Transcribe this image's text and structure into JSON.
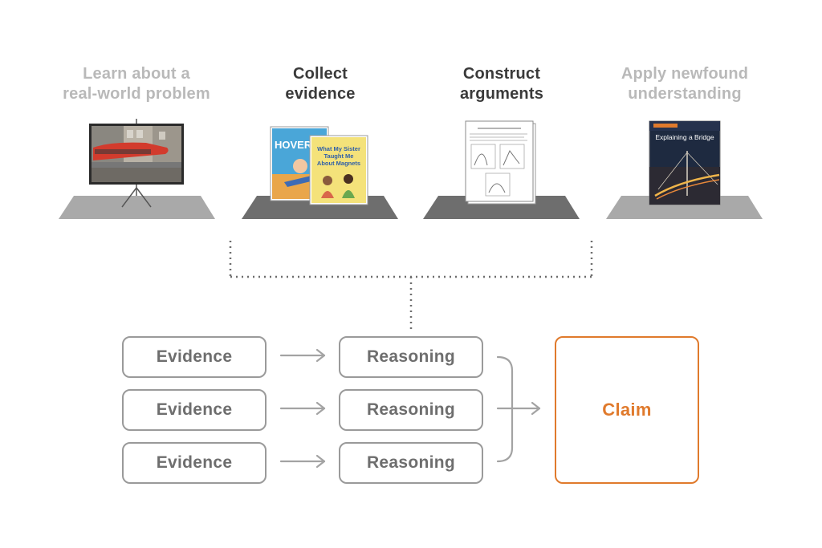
{
  "steps": [
    {
      "title": "Learn about a\nreal-world problem",
      "state": "muted",
      "image": "monorail-on-projector-screen"
    },
    {
      "title": "Collect\nevidence",
      "state": "active",
      "image": "two-books",
      "books": [
        {
          "title": "HOVERBO"
        },
        {
          "title": "What My Sister Taught Me About Magnets"
        }
      ]
    },
    {
      "title": "Construct\narguments",
      "state": "active",
      "image": "worksheet-with-graphs"
    },
    {
      "title": "Apply newfound\nunderstanding",
      "state": "muted",
      "image": "bridge-book",
      "book": {
        "title": "Explaining a Bridge"
      }
    }
  ],
  "rows": [
    {
      "evidence": "Evidence",
      "reasoning": "Reasoning"
    },
    {
      "evidence": "Evidence",
      "reasoning": "Reasoning"
    },
    {
      "evidence": "Evidence",
      "reasoning": "Reasoning"
    }
  ],
  "claim": "Claim",
  "colors": {
    "muted_text": "#b9b9b9",
    "active_text": "#3a3a3a",
    "box_border": "#9a9a9a",
    "box_text": "#6e6e6e",
    "claim": "#e07a2c",
    "platform_muted": "#a9a9a9",
    "platform_active": "#6e6e6e"
  }
}
